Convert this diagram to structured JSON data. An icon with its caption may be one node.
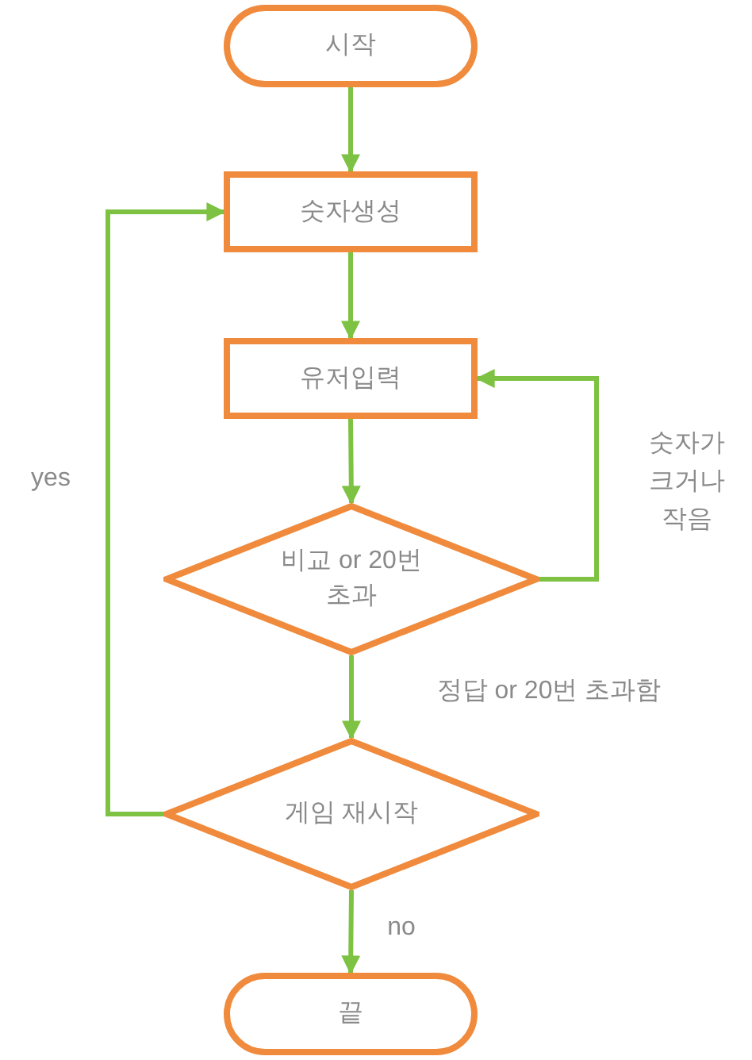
{
  "diagram": {
    "nodes": [
      {
        "text": [
          "시작"
        ]
      },
      {
        "text": [
          "숫자생성"
        ]
      },
      {
        "text": [
          "유저입력"
        ]
      },
      {
        "text": [
          "비교 or 20번 초과"
        ]
      },
      {
        "text": [
          "게임 재시작"
        ]
      },
      {
        "text": [
          "끝"
        ]
      }
    ],
    "edges": [
      {
        "from": 0,
        "to": 1,
        "arrow": "to"
      },
      {
        "from": 1,
        "to": 2,
        "arrow": "to"
      },
      {
        "from": 2,
        "to": 3,
        "arrow": "to"
      },
      {
        "from": 3,
        "to": 2,
        "arrow": "to",
        "label": "숫자가 크거나 작음"
      },
      {
        "from": 3,
        "to": 4,
        "arrow": "to",
        "label": "정답 or 20번 초과함"
      },
      {
        "from": 4,
        "to": 1,
        "arrow": "to",
        "label": "yes"
      },
      {
        "from": 4,
        "to": 5,
        "arrow": "to",
        "label": "no"
      }
    ]
  }
}
